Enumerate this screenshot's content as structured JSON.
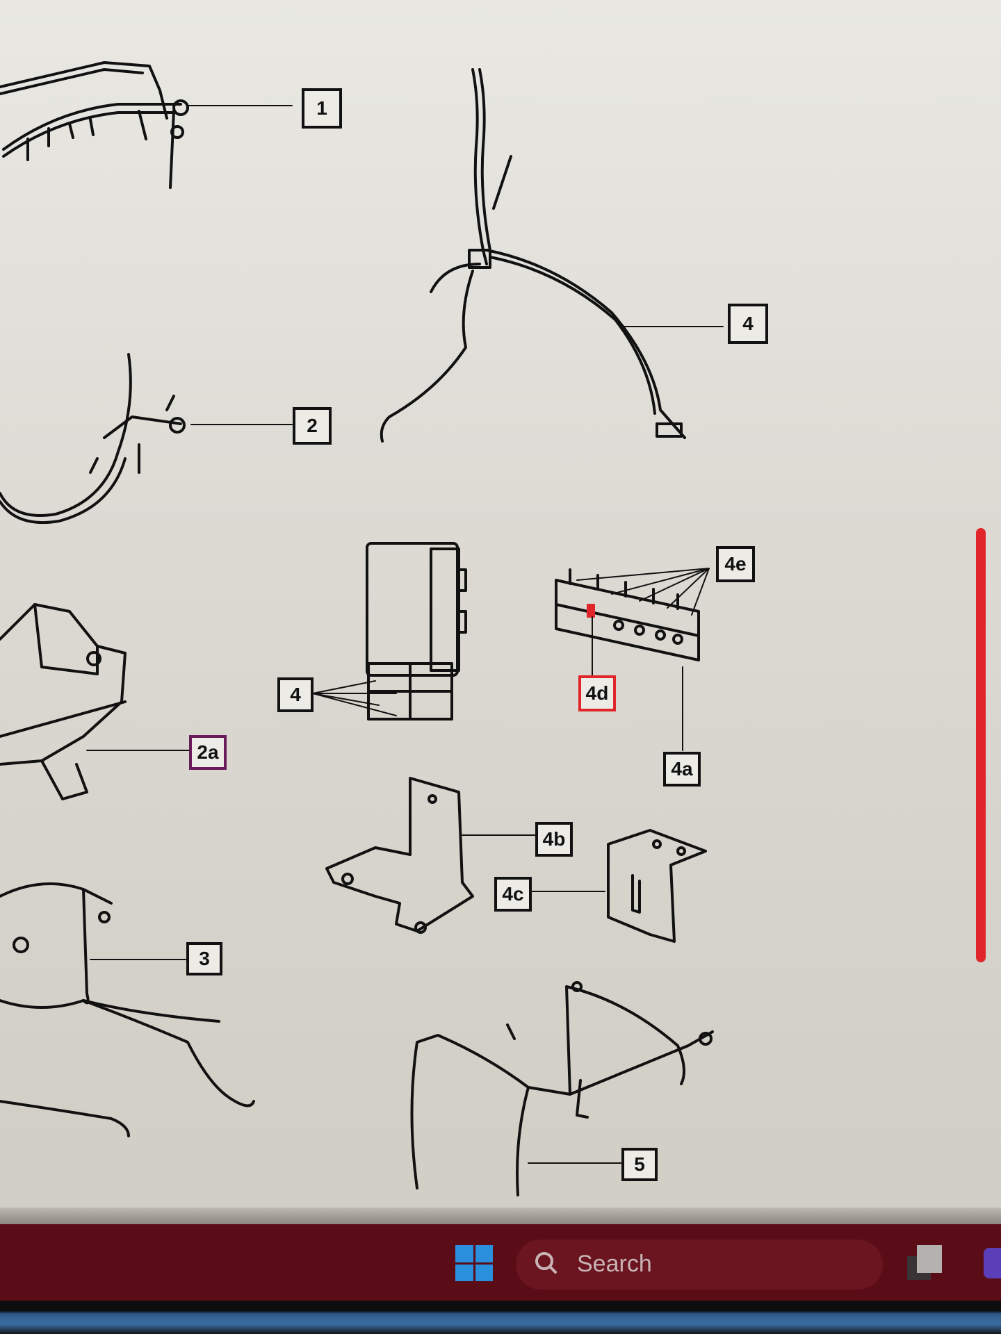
{
  "diagram": {
    "callouts": {
      "c1": "1",
      "c2": "2",
      "c2a": "2a",
      "c3": "3",
      "c4": "4",
      "c4a": "4a",
      "c4b": "4b",
      "c4c": "4c",
      "c4d": "4d",
      "c4e": "4e",
      "c4f": "4",
      "c5": "5"
    },
    "highlight_color": "#e0262a"
  },
  "taskbar": {
    "search_placeholder": "Search",
    "color": "#5a0d16"
  }
}
